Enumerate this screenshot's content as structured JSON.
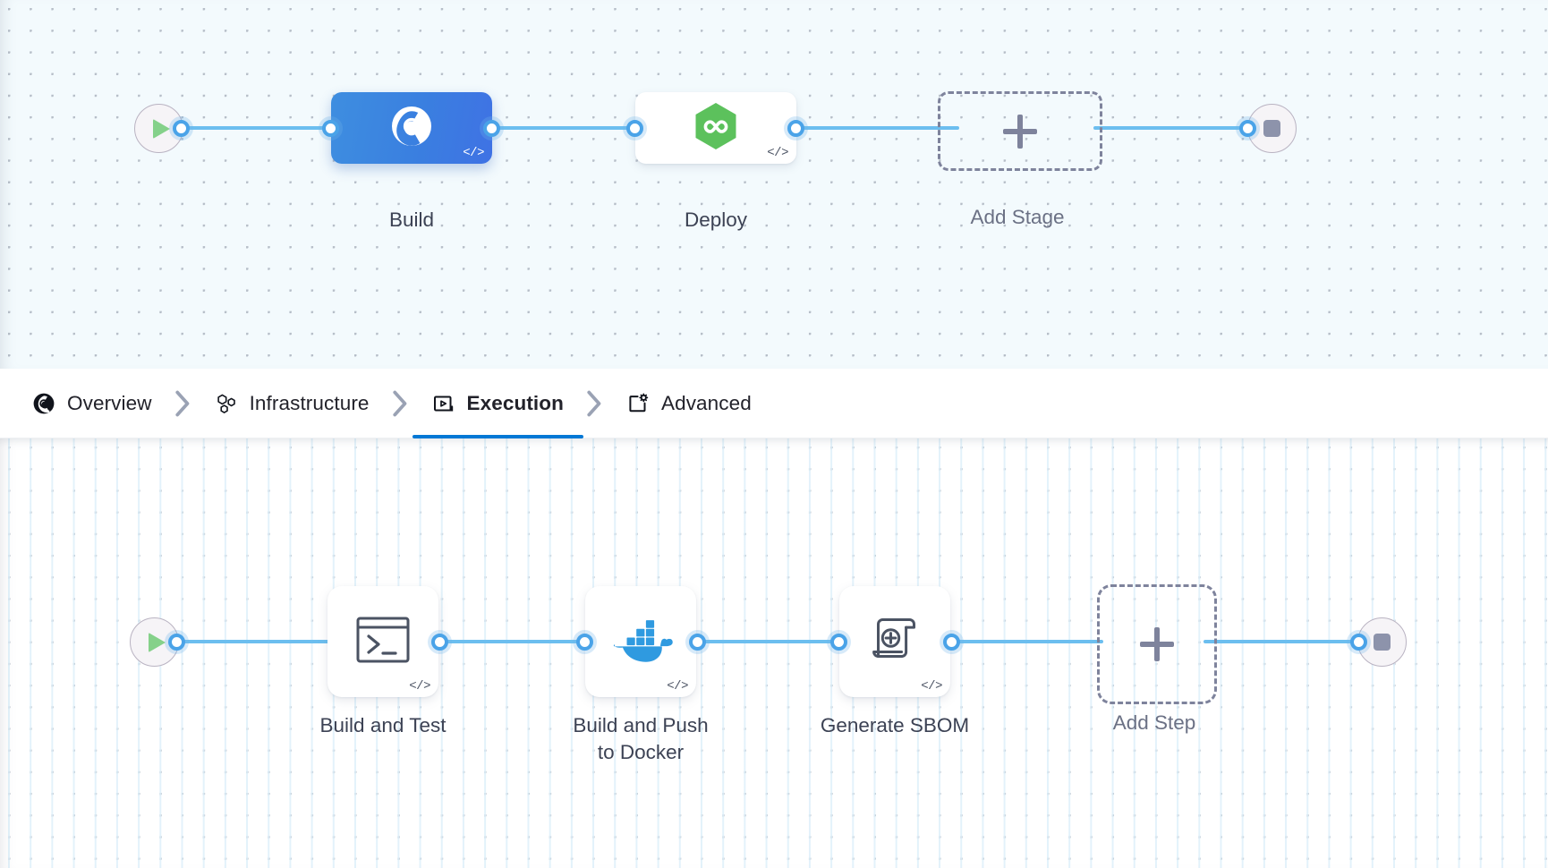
{
  "tabs": [
    {
      "label": "Overview",
      "icon": "harness-pie-icon",
      "active": false
    },
    {
      "label": "Infrastructure",
      "icon": "hexagons-icon",
      "active": false
    },
    {
      "label": "Execution",
      "icon": "play-box-icon",
      "active": true
    },
    {
      "label": "Advanced",
      "icon": "document-gear-icon",
      "active": false
    }
  ],
  "tab_separator_icon": "chevron-right-icon",
  "stage_graph": {
    "start_icon": "play-icon",
    "end_icon": "stop-icon",
    "nodes": [
      {
        "label": "Build",
        "icon": "harness-ci-icon",
        "selected": true,
        "code_badge": "</>"
      },
      {
        "label": "Deploy",
        "icon": "harness-cd-icon",
        "selected": false,
        "code_badge": "</>"
      }
    ],
    "add_node": {
      "label": "Add Stage",
      "icon": "plus-icon"
    }
  },
  "step_graph": {
    "start_icon": "play-icon",
    "end_icon": "stop-icon",
    "nodes": [
      {
        "label": "Build and Test",
        "icon": "terminal-icon",
        "code_badge": "</>"
      },
      {
        "label": "Build and Push\nto Docker",
        "icon": "docker-whale-icon",
        "code_badge": "</>"
      },
      {
        "label": "Generate SBOM",
        "icon": "sbom-scroll-icon",
        "code_badge": "</>"
      }
    ],
    "add_node": {
      "label": "Add Step",
      "icon": "plus-icon"
    }
  },
  "colors": {
    "accent_blue": "#0278d5",
    "pipe_blue": "#6cbeef",
    "port_blue": "#4aa3e8",
    "selected_stage": "#3a7fe0",
    "cd_green": "#5cc15c",
    "docker_blue": "#2f9ae0",
    "play_green": "#85d18a",
    "stop_gray": "#8d93ab",
    "dashed_border": "#7e839c",
    "stage_canvas_bg": "#f3fafd",
    "step_canvas_bg": "#ffffff"
  }
}
